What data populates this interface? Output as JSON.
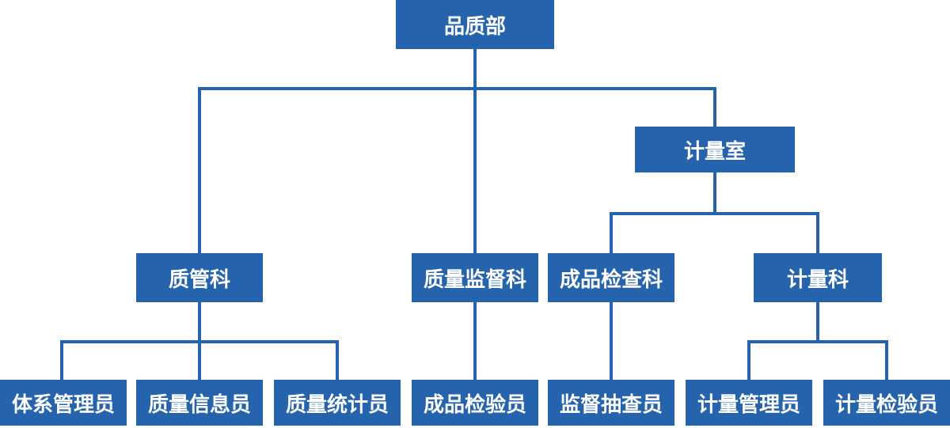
{
  "org_chart": {
    "type": "org-tree",
    "nodes": {
      "quality_dept": {
        "label": "品质部",
        "level": 1
      },
      "metrology_room": {
        "label": "计量室",
        "level": 2
      },
      "quality_mgmt_section": {
        "label": "质管科",
        "level": 3
      },
      "quality_supervision_section": {
        "label": "质量监督科",
        "level": 3
      },
      "product_inspection_section": {
        "label": "成品检查科",
        "level": 3
      },
      "metrology_section": {
        "label": "计量科",
        "level": 3
      },
      "system_administrator": {
        "label": "体系管理员",
        "level": 4
      },
      "quality_information_officer": {
        "label": "质量信息员",
        "level": 4
      },
      "quality_statistician": {
        "label": "质量统计员",
        "level": 4
      },
      "product_inspector": {
        "label": "成品检验员",
        "level": 4
      },
      "supervision_sampling_inspector": {
        "label": "监督抽查员",
        "level": 4
      },
      "metrology_administrator": {
        "label": "计量管理员",
        "level": 4
      },
      "metrology_inspector": {
        "label": "计量检验员",
        "level": 4
      }
    },
    "edges": [
      {
        "from": "品质部",
        "to": "质管科"
      },
      {
        "from": "品质部",
        "to": "质量监督科"
      },
      {
        "from": "品质部",
        "to": "计量室"
      },
      {
        "from": "计量室",
        "to": "成品检查科"
      },
      {
        "from": "计量室",
        "to": "计量科"
      },
      {
        "from": "质管科",
        "to": "体系管理员"
      },
      {
        "from": "质管科",
        "to": "质量信息员"
      },
      {
        "from": "质管科",
        "to": "质量统计员"
      },
      {
        "from": "质量监督科",
        "to": "成品检验员"
      },
      {
        "from": "成品检查科",
        "to": "监督抽查员"
      },
      {
        "from": "计量科",
        "to": "计量管理员"
      },
      {
        "from": "计量科",
        "to": "计量检验员"
      }
    ]
  },
  "colors": {
    "node_fill": "#2563ac",
    "node_text": "#ffffff",
    "connector": "#2563ac",
    "background": "#ffffff"
  }
}
